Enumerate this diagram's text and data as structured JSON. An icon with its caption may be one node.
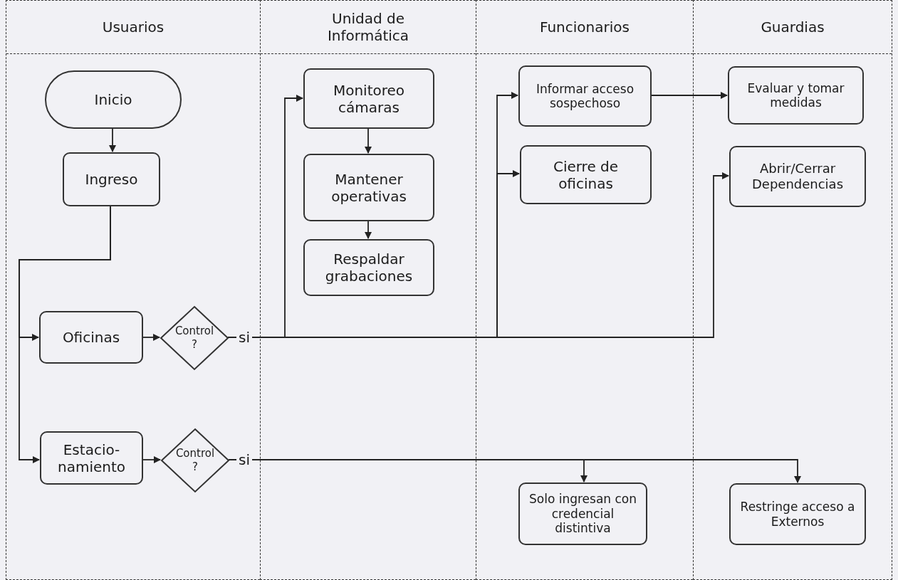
{
  "diagram": {
    "nodes": [
      {
        "text": [
          "Usuarios"
        ]
      },
      {
        "text": [
          "Unidad de Informática"
        ]
      },
      {
        "text": [
          "Funcionarios"
        ]
      },
      {
        "text": [
          "Guardias"
        ]
      },
      {
        "text": [
          "Inicio"
        ],
        "in": 0
      },
      {
        "text": [
          "Ingreso"
        ],
        "in": 0
      },
      {
        "text": [
          "Oficinas"
        ],
        "in": 0
      },
      {
        "text": [
          "Control ?"
        ],
        "in": 0
      },
      {
        "text": [
          "Estacio- namiento"
        ],
        "in": 0
      },
      {
        "text": [
          "Control ?"
        ],
        "in": 0
      },
      {
        "text": [
          "Monitoreo cámaras"
        ],
        "in": 1
      },
      {
        "text": [
          "Mantener operativas"
        ],
        "in": 1
      },
      {
        "text": [
          "Respaldar grabaciones"
        ],
        "in": 1
      },
      {
        "text": [
          "Informar acceso sospechoso"
        ],
        "in": 2
      },
      {
        "text": [
          "Cierre de oficinas"
        ],
        "in": 2
      },
      {
        "text": [
          "Solo ingresan con credencial distintiva"
        ],
        "in": 2
      },
      {
        "text": [
          "Evaluar y tomar medidas"
        ],
        "in": 3
      },
      {
        "text": [
          "Abrir/Cerrar Dependencias"
        ],
        "in": 3
      },
      {
        "text": [
          "Restringe acceso a Externos"
        ],
        "in": 3
      }
    ],
    "edges": [
      {
        "from": 4,
        "to": 5,
        "arrow": "to"
      },
      {
        "from": 5,
        "to": 6,
        "arrow": "to"
      },
      {
        "from": 5,
        "to": 8,
        "arrow": "to"
      },
      {
        "from": 6,
        "to": 7,
        "arrow": "to"
      },
      {
        "from": 8,
        "to": 9,
        "arrow": "to"
      },
      {
        "from": 7,
        "to": 10,
        "arrow": "to",
        "label": "si"
      },
      {
        "from": 7,
        "to": 13,
        "arrow": "to"
      },
      {
        "from": 7,
        "to": 14,
        "arrow": "to"
      },
      {
        "from": 7,
        "to": 17,
        "arrow": "to"
      },
      {
        "from": 9,
        "to": 15,
        "arrow": "to",
        "label": "si"
      },
      {
        "from": 9,
        "to": 18,
        "arrow": "to"
      },
      {
        "from": 10,
        "to": 11,
        "arrow": "to"
      },
      {
        "from": 11,
        "to": 12,
        "arrow": "to"
      },
      {
        "from": 13,
        "to": 16,
        "arrow": "to"
      }
    ]
  }
}
